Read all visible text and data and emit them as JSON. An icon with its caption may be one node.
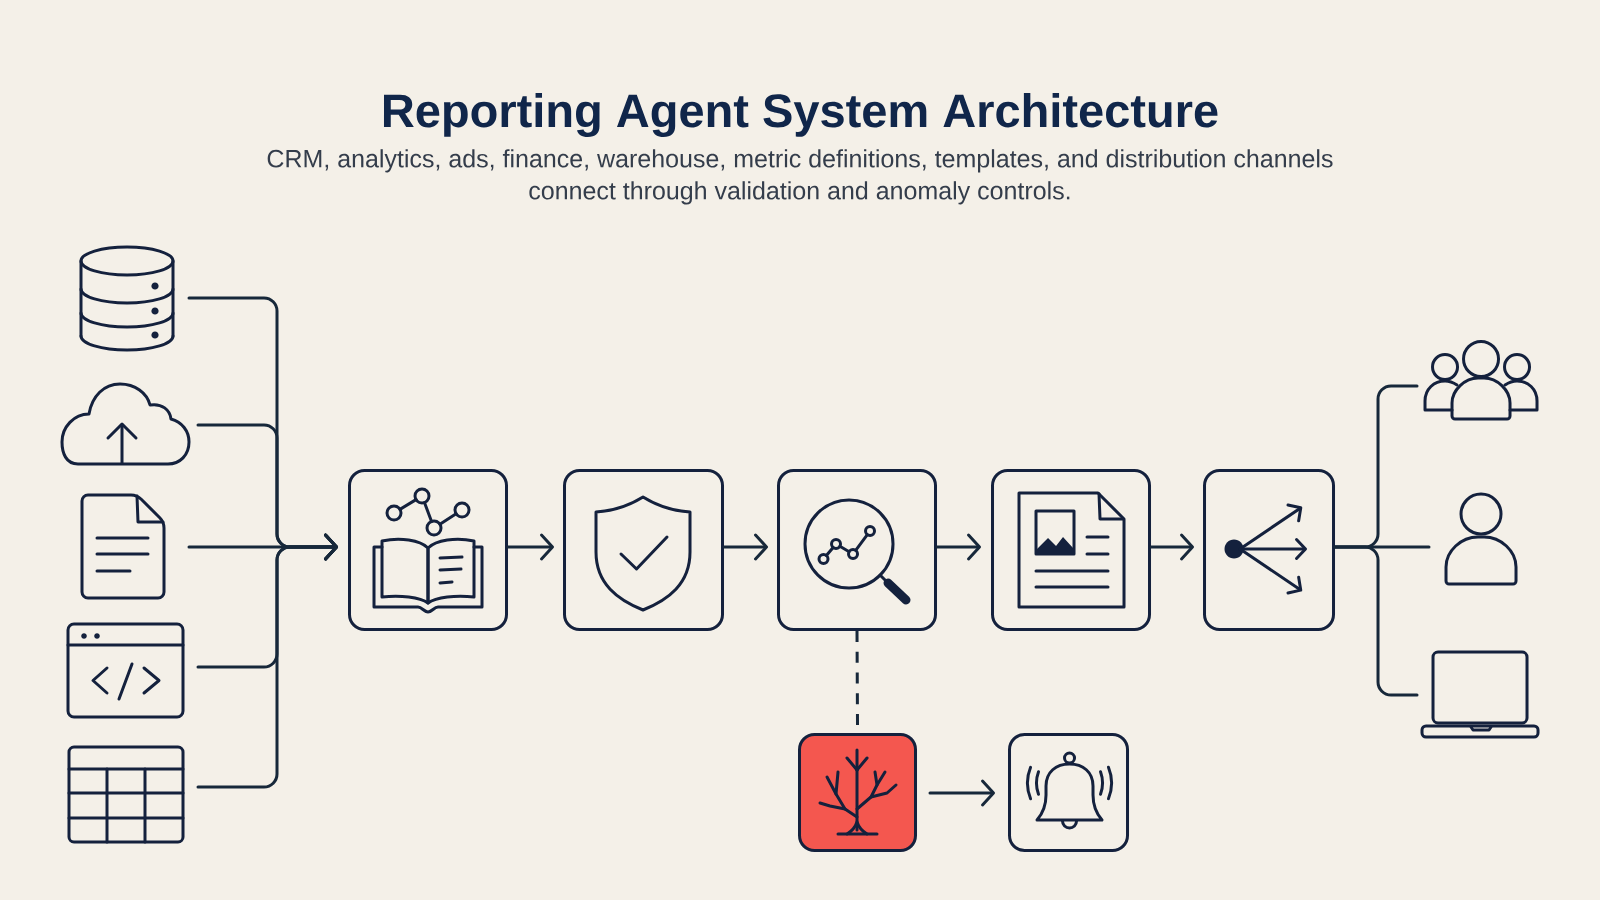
{
  "diagram": {
    "title": "Reporting Agent System Architecture",
    "caption": "CRM, analytics, ads, finance, warehouse, metric definitions, templates, and distribution channels connect through validation and anomaly controls.",
    "nodes": [
      {
        "text": [],
        "shape": "cylinder"
      },
      {
        "text": [],
        "shape": "cloud"
      },
      {
        "text": [],
        "shape": "picture"
      },
      {
        "text": [],
        "shape": "picture"
      },
      {
        "text": [],
        "shape": "picture"
      },
      {
        "text": [],
        "shape": "box"
      },
      {
        "text": [],
        "shape": "box"
      },
      {
        "text": [],
        "shape": "box"
      },
      {
        "text": [],
        "shape": "box"
      },
      {
        "text": [],
        "shape": "box"
      },
      {
        "text": [],
        "shape": "box"
      },
      {
        "text": [],
        "shape": "box"
      },
      {
        "text": [],
        "shape": "person"
      },
      {
        "text": [],
        "shape": "person"
      },
      {
        "text": [],
        "shape": "laptop"
      }
    ],
    "edges": [
      {
        "from": 0,
        "to": 5,
        "arrow": "to"
      },
      {
        "from": 1,
        "to": 5,
        "arrow": "to"
      },
      {
        "from": 2,
        "to": 5,
        "arrow": "to"
      },
      {
        "from": 3,
        "to": 5,
        "arrow": "to"
      },
      {
        "from": 4,
        "to": 5,
        "arrow": "to"
      },
      {
        "from": 5,
        "to": 6,
        "arrow": "to"
      },
      {
        "from": 6,
        "to": 7,
        "arrow": "to"
      },
      {
        "from": 7,
        "to": 8,
        "arrow": "to"
      },
      {
        "from": 8,
        "to": 9,
        "arrow": "to"
      },
      {
        "from": 7,
        "to": 10,
        "arrow": "none",
        "style": "dashed"
      },
      {
        "from": 10,
        "to": 11,
        "arrow": "to"
      },
      {
        "from": 9,
        "to": 12,
        "arrow": "none"
      },
      {
        "from": 9,
        "to": 13,
        "arrow": "none"
      },
      {
        "from": 9,
        "to": 14,
        "arrow": "none"
      }
    ]
  }
}
